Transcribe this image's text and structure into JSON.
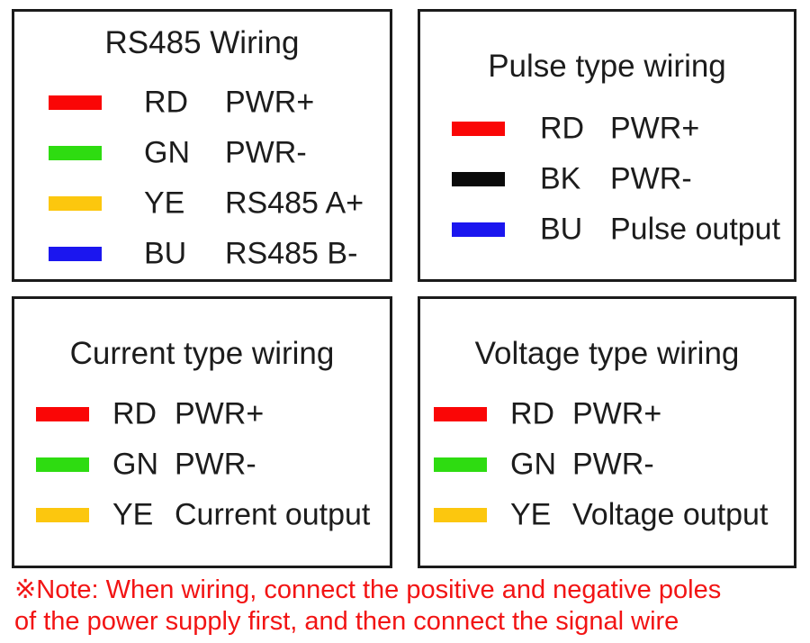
{
  "colors": {
    "panel_border": "#1B1B1B",
    "text": "#1C1C1C",
    "note_text": "#F21414",
    "wire_red": "#FA0606",
    "wire_green": "#2EDC11",
    "wire_yellow": "#FCC70E",
    "wire_blue": "#1B16EF",
    "wire_black": "#0A0A0A"
  },
  "panels": [
    {
      "title": "RS485 Wiring",
      "rows": [
        {
          "swatch": "red-wire-swatch",
          "color": "#FA0606",
          "abbr": "RD",
          "signal": "PWR+"
        },
        {
          "swatch": "green-wire-swatch",
          "color": "#2EDC11",
          "abbr": "GN",
          "signal": "PWR-"
        },
        {
          "swatch": "yellow-wire-swatch",
          "color": "#FCC70E",
          "abbr": "YE",
          "signal": "RS485 A+"
        },
        {
          "swatch": "blue-wire-swatch",
          "color": "#1B16EF",
          "abbr": "BU",
          "signal": "RS485 B-"
        }
      ]
    },
    {
      "title": "Pulse type wiring",
      "rows": [
        {
          "swatch": "red-wire-swatch",
          "color": "#FA0606",
          "abbr": "RD",
          "signal": "PWR+"
        },
        {
          "swatch": "black-wire-swatch",
          "color": "#0A0A0A",
          "abbr": "BK",
          "signal": "PWR-"
        },
        {
          "swatch": "blue-wire-swatch",
          "color": "#1B16EF",
          "abbr": "BU",
          "signal": "Pulse output"
        }
      ]
    },
    {
      "title": "Current type wiring",
      "rows": [
        {
          "swatch": "red-wire-swatch",
          "color": "#FA0606",
          "abbr": "RD",
          "signal": "PWR+"
        },
        {
          "swatch": "green-wire-swatch",
          "color": "#2EDC11",
          "abbr": "GN",
          "signal": "PWR-"
        },
        {
          "swatch": "yellow-wire-swatch",
          "color": "#FCC70E",
          "abbr": "YE",
          "signal": "Current output"
        }
      ]
    },
    {
      "title": "Voltage type wiring",
      "rows": [
        {
          "swatch": "red-wire-swatch",
          "color": "#FA0606",
          "abbr": "RD",
          "signal": "PWR+"
        },
        {
          "swatch": "green-wire-swatch",
          "color": "#2EDC11",
          "abbr": "GN",
          "signal": "PWR-"
        },
        {
          "swatch": "yellow-wire-swatch",
          "color": "#FCC70E",
          "abbr": "YE",
          "signal": "Voltage output"
        }
      ]
    }
  ],
  "note": {
    "line1": "※Note: When wiring, connect the positive and negative poles",
    "line2": "of the power supply first, and then connect the signal wire"
  }
}
